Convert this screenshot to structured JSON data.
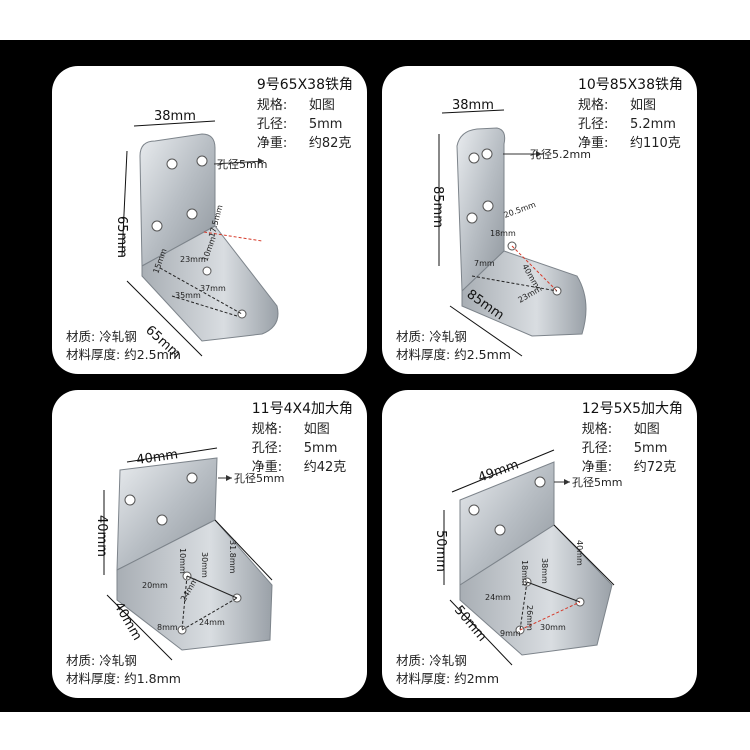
{
  "colors": {
    "background": "#000000",
    "card": "#ffffff",
    "accent_red": "#d63a2a"
  },
  "icons": [
    "arrow-right-icon"
  ],
  "products": [
    {
      "title": "9号65X38铁角",
      "spec_label": "规格:",
      "spec_value": "如图",
      "hole_label": "孔径:",
      "hole_value": "5mm",
      "weight_label": "净重:",
      "weight_value": "约82克",
      "material_label": "材质:",
      "material_value": "冷轧钢",
      "thickness_label": "材料厚度:",
      "thickness_value": "约2.5mm",
      "callout": "孔径5mm",
      "dims": {
        "top": "38mm",
        "side": "65mm",
        "bottom": "65mm",
        "d1": "17.5mm",
        "d2": "23mm",
        "d3": "10mm",
        "d4": "15mm",
        "d5": "37mm",
        "d6": "35mm"
      }
    },
    {
      "title": "10号85X38铁角",
      "spec_label": "规格:",
      "spec_value": "如图",
      "hole_label": "孔径:",
      "hole_value": "5.2mm",
      "weight_label": "净重:",
      "weight_value": "约110克",
      "material_label": "材质:",
      "material_value": "冷轧钢",
      "thickness_label": "材料厚度:",
      "thickness_value": "约2.5mm",
      "callout": "孔径5.2mm",
      "dims": {
        "top": "38mm",
        "side": "85mm",
        "bottom": "85mm",
        "d1": "20.5mm",
        "d2": "18mm",
        "d3": "40mm",
        "d4": "7mm",
        "d5": "23mm"
      }
    },
    {
      "title": "11号4X4加大角",
      "spec_label": "规格:",
      "spec_value": "如图",
      "hole_label": "孔径:",
      "hole_value": "5mm",
      "weight_label": "净重:",
      "weight_value": "约42克",
      "material_label": "材质:",
      "material_value": "冷轧钢",
      "thickness_label": "材料厚度:",
      "thickness_value": "约1.8mm",
      "callout": "孔径5mm",
      "dims": {
        "top": "40mm",
        "side": "40mm",
        "bottom": "40mm",
        "d1": "10mm",
        "d2": "30mm",
        "d3": "31.8mm",
        "d4": "20mm",
        "d5": "24mm",
        "d6": "8mm",
        "d7": "24mm"
      }
    },
    {
      "title": "12号5X5加大角",
      "spec_label": "规格:",
      "spec_value": "如图",
      "hole_label": "孔径:",
      "hole_value": "5mm",
      "weight_label": "净重:",
      "weight_value": "约72克",
      "material_label": "材质:",
      "material_value": "冷轧钢",
      "thickness_label": "材料厚度:",
      "thickness_value": "约2mm",
      "callout": "孔径5mm",
      "dims": {
        "top": "49mm",
        "side": "50mm",
        "bottom": "50mm",
        "d1": "18mm",
        "d2": "38mm",
        "d3": "40mm",
        "d4": "24mm",
        "d5": "26mm",
        "d6": "9mm",
        "d7": "30mm"
      }
    }
  ]
}
